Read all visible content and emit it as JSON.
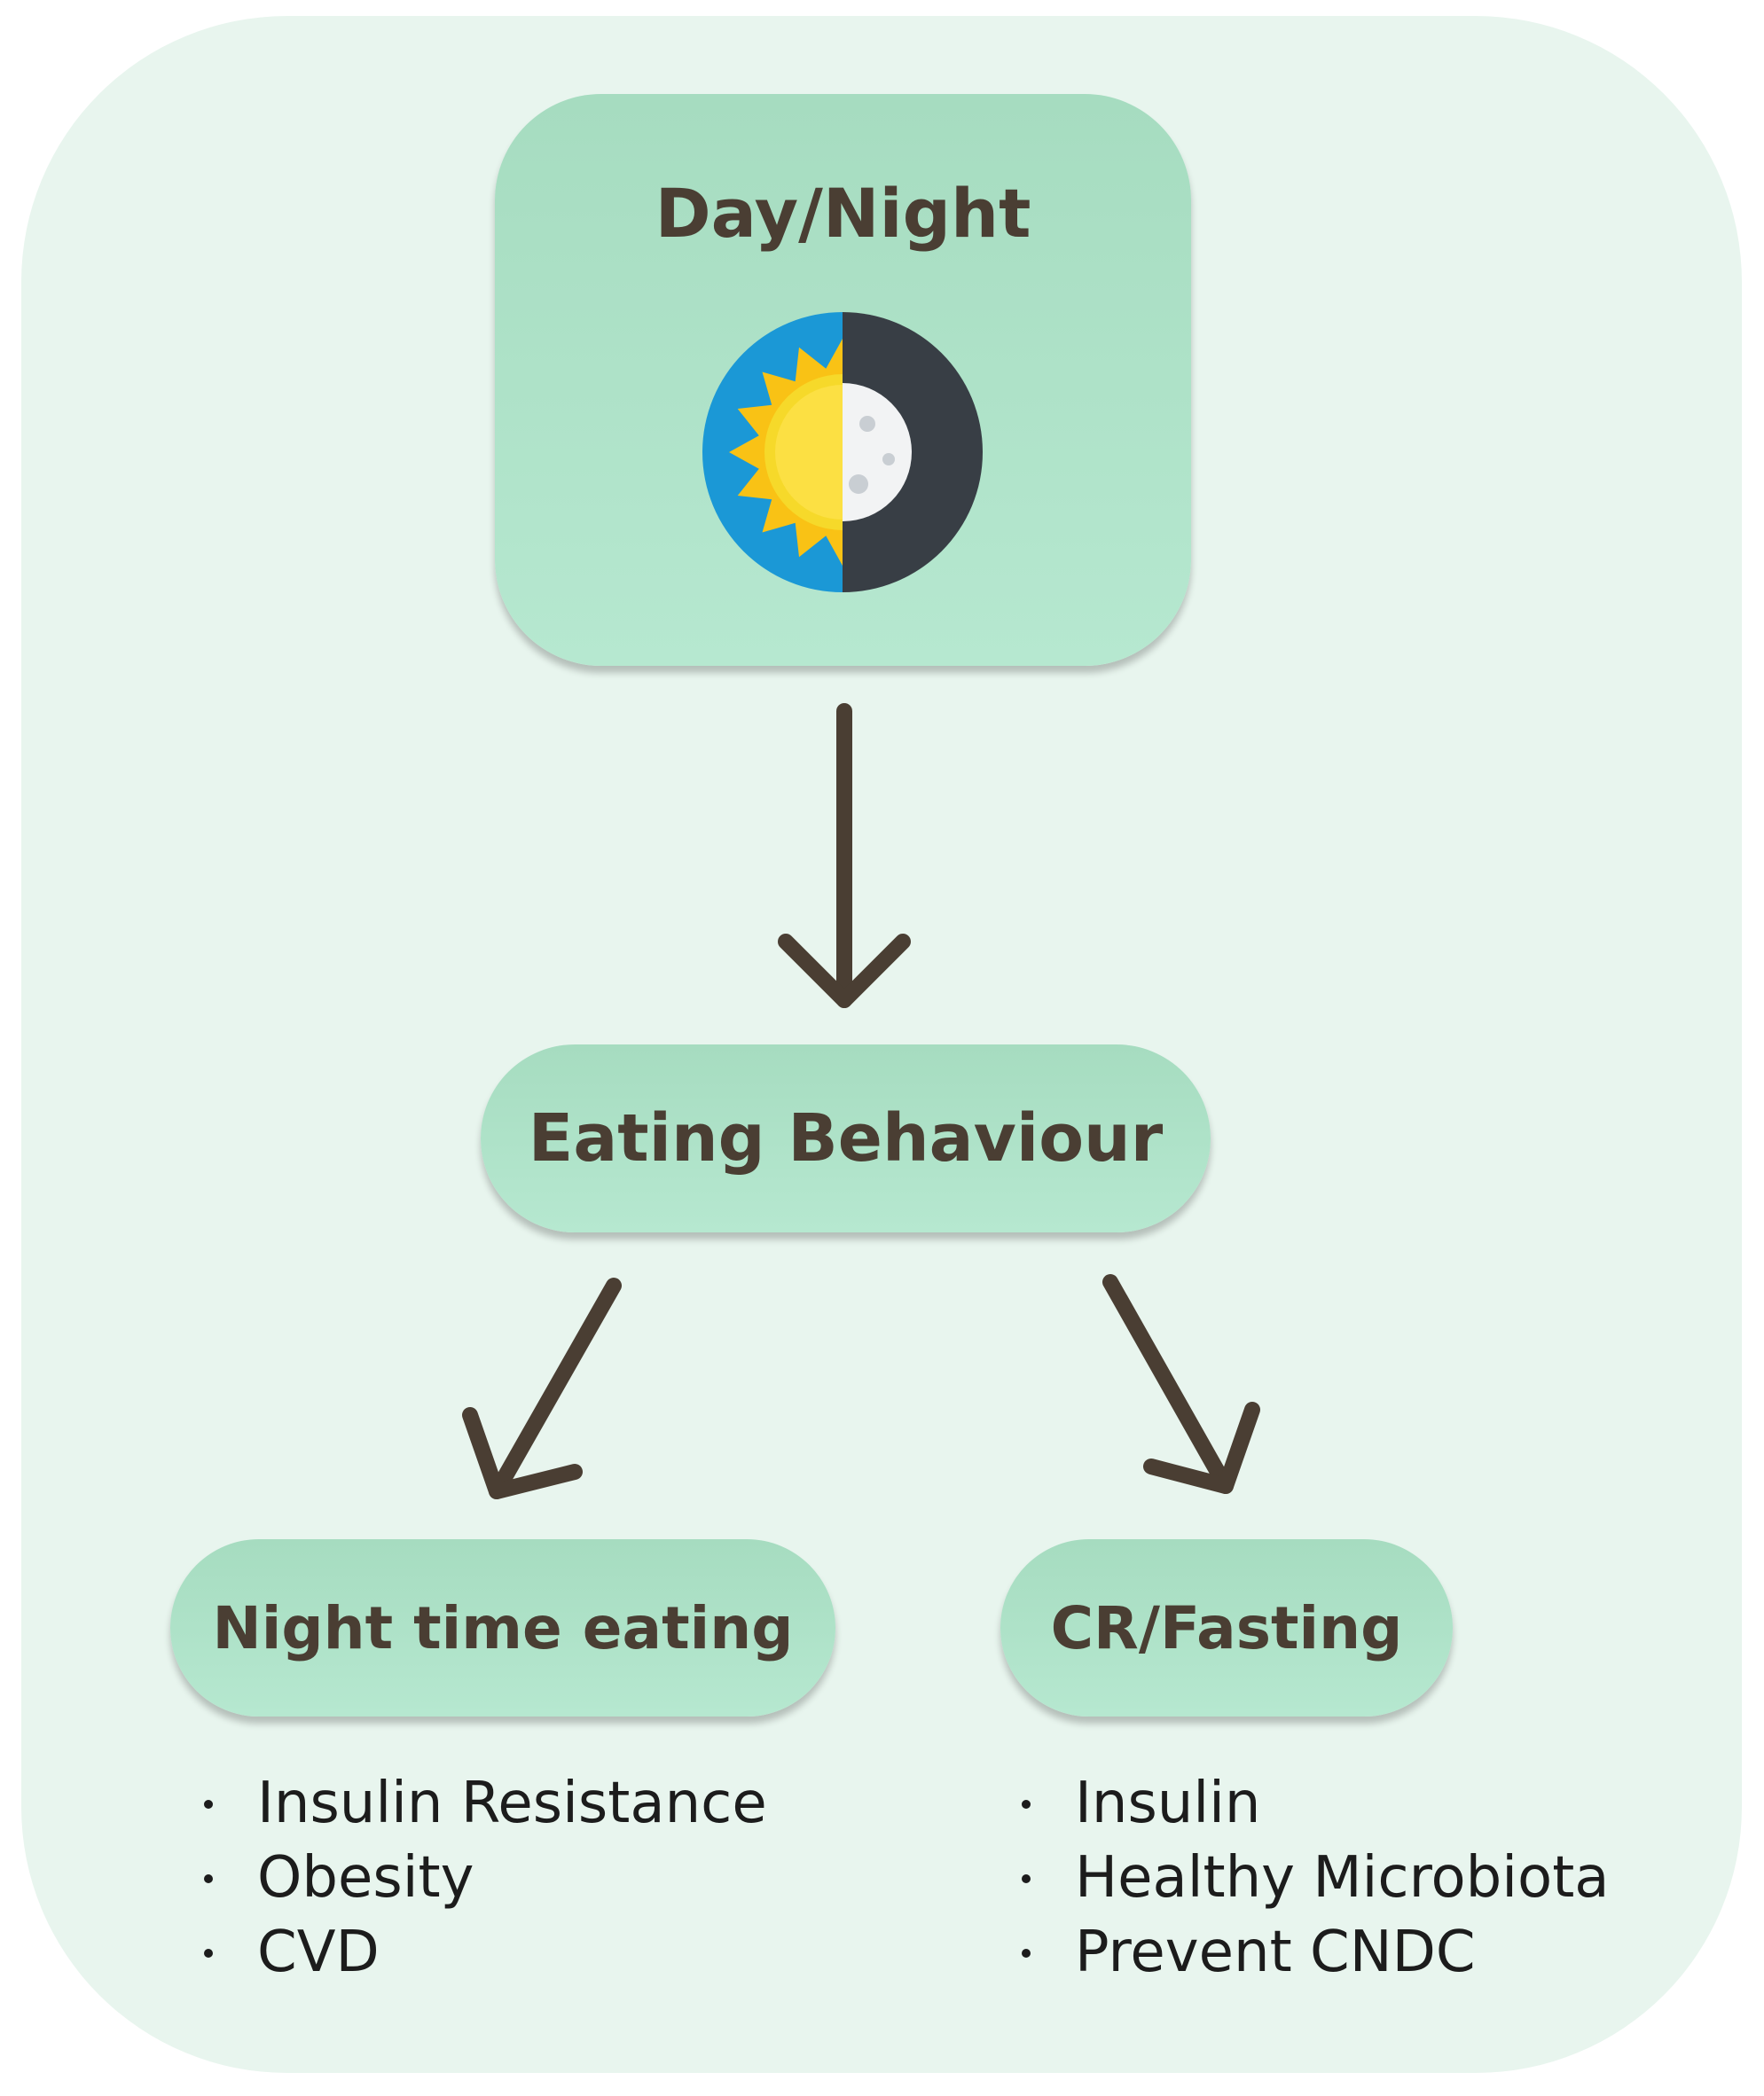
{
  "nodes": {
    "day_night": "Day/Night",
    "eating_behaviour": "Eating Behaviour",
    "night_time_eating": "Night time eating",
    "cr_fasting": "CR/Fasting"
  },
  "night_time_eating_effects": [
    "Insulin Resistance",
    "Obesity",
    "CVD"
  ],
  "cr_fasting_effects": [
    "Insulin",
    "Healthy Microbiota",
    "Prevent CNDC"
  ],
  "icon": "sun-moon-icon",
  "colors": {
    "panel": "#e8f5ee",
    "box": "#a6dcc0",
    "arrow": "#4a3e33",
    "sun": "#f9c215",
    "sky": "#1b98d6",
    "night": "#383e45"
  }
}
